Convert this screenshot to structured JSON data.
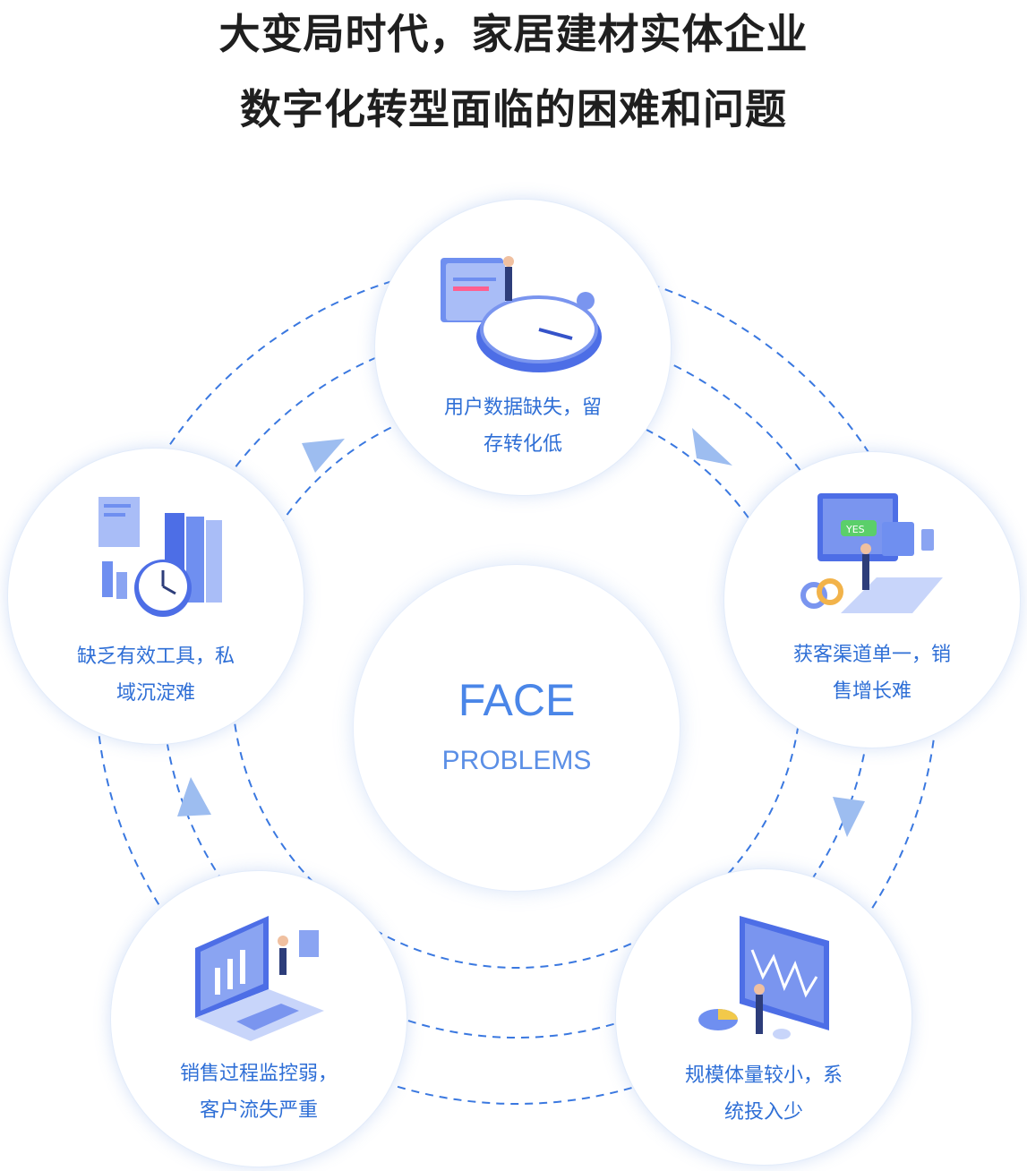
{
  "heading": {
    "line1": "大变局时代，家居建材实体企业",
    "line2": "数字化转型面临的困难和问题"
  },
  "center": {
    "title": "FACE",
    "subtitle": "PROBLEMS"
  },
  "nodes": [
    {
      "id": "top",
      "line1": "用户数据缺失，留",
      "line2": "存转化低",
      "icon": "folder-stopwatch-icon"
    },
    {
      "id": "right",
      "line1": "获客渠道单一，销",
      "line2": "售增长难",
      "icon": "computer-yes-icon",
      "badge": "YES"
    },
    {
      "id": "bottom-right",
      "line1": "规模体量较小，系",
      "line2": "统投入少",
      "icon": "dashboard-chart-icon"
    },
    {
      "id": "bottom-left",
      "line1": "销售过程监控弱，",
      "line2": "客户流失严重",
      "icon": "laptop-analytics-icon"
    },
    {
      "id": "left",
      "line1": "缺乏有效工具，私",
      "line2": "域沉淀难",
      "icon": "books-clock-icon"
    }
  ],
  "colors": {
    "accent": "#4a86e8",
    "label": "#2f6fd6",
    "dash": "#3a78e0",
    "arrow": "#9dbdf0"
  }
}
